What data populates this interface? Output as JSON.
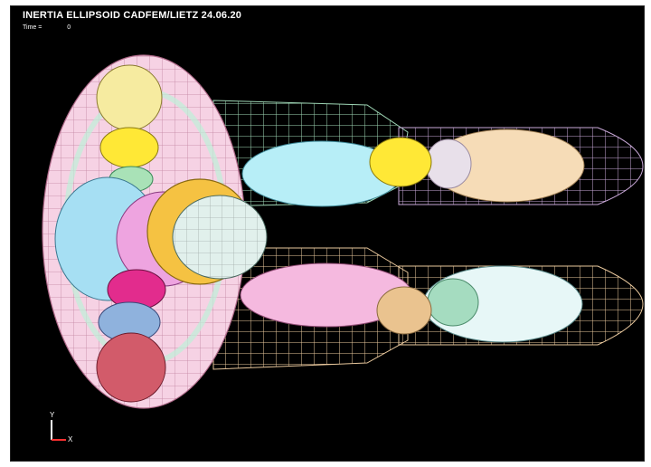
{
  "header": {
    "title": "INERTIA ELLIPSOID CADFEM/LIETZ 24.06.20",
    "time_label": "Time =",
    "time_value": "0"
  },
  "axes": {
    "y_label": "Y",
    "x_label": "X"
  },
  "colors": {
    "background": "#000000",
    "frame": "#ffffff",
    "body_shell": "#f6d2e4",
    "upper_arm": "#b7eef7",
    "lower_arm": "#f5b9df",
    "upper_hand": "#f6dcb7",
    "lower_hand": "#e7f7f7",
    "head_pad": "#f5c242",
    "axis_x": "#ff3030",
    "axis_y": "#ffffff"
  }
}
